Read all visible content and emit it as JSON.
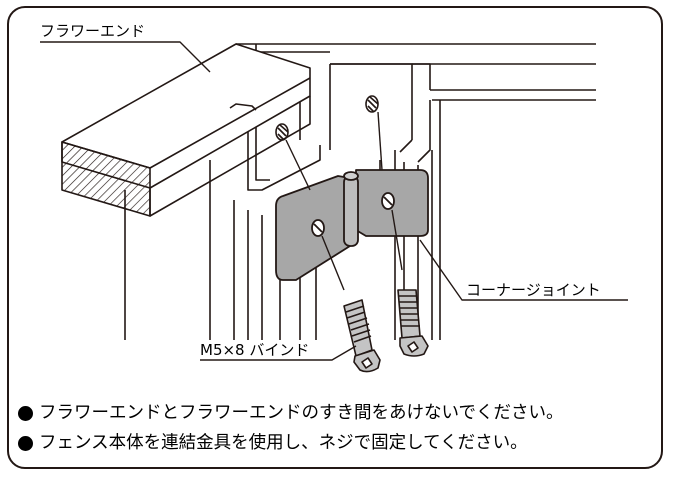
{
  "labels": {
    "flower_end": "フラワーエンド",
    "corner_joint": "コーナージョイント",
    "screw": "M5×8 バインド"
  },
  "notes": [
    "フラワーエンドとフラワーエンドのすき間をあけないでください。",
    "フェンス本体を連結金具を使用し、ネジで固定してください。"
  ],
  "colors": {
    "outline": "#231815",
    "joint_fill": "#a7a7a7",
    "screw_fill": "#c4c4c4"
  }
}
